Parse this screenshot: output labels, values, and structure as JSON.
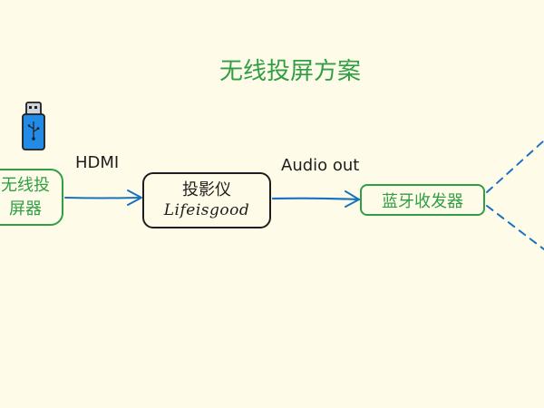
{
  "diagram": {
    "title": "无线投屏方案",
    "nodes": {
      "wireless": {
        "line1": "无线投",
        "line2": "屏器"
      },
      "projector": {
        "line1": "投影仪",
        "line2": "Lifeisgood"
      },
      "bluetooth": {
        "label": "蓝牙收发器"
      }
    },
    "edges": {
      "hdmi": "HDMI",
      "audio": "Audio out"
    },
    "icons": {
      "usb": "usb-drive-icon"
    },
    "colors": {
      "background": "#fefce8",
      "green": "#2f9e44",
      "arrow_blue": "#1971c2",
      "usb_blue": "#228be6",
      "text": "#1e1e1e"
    }
  }
}
